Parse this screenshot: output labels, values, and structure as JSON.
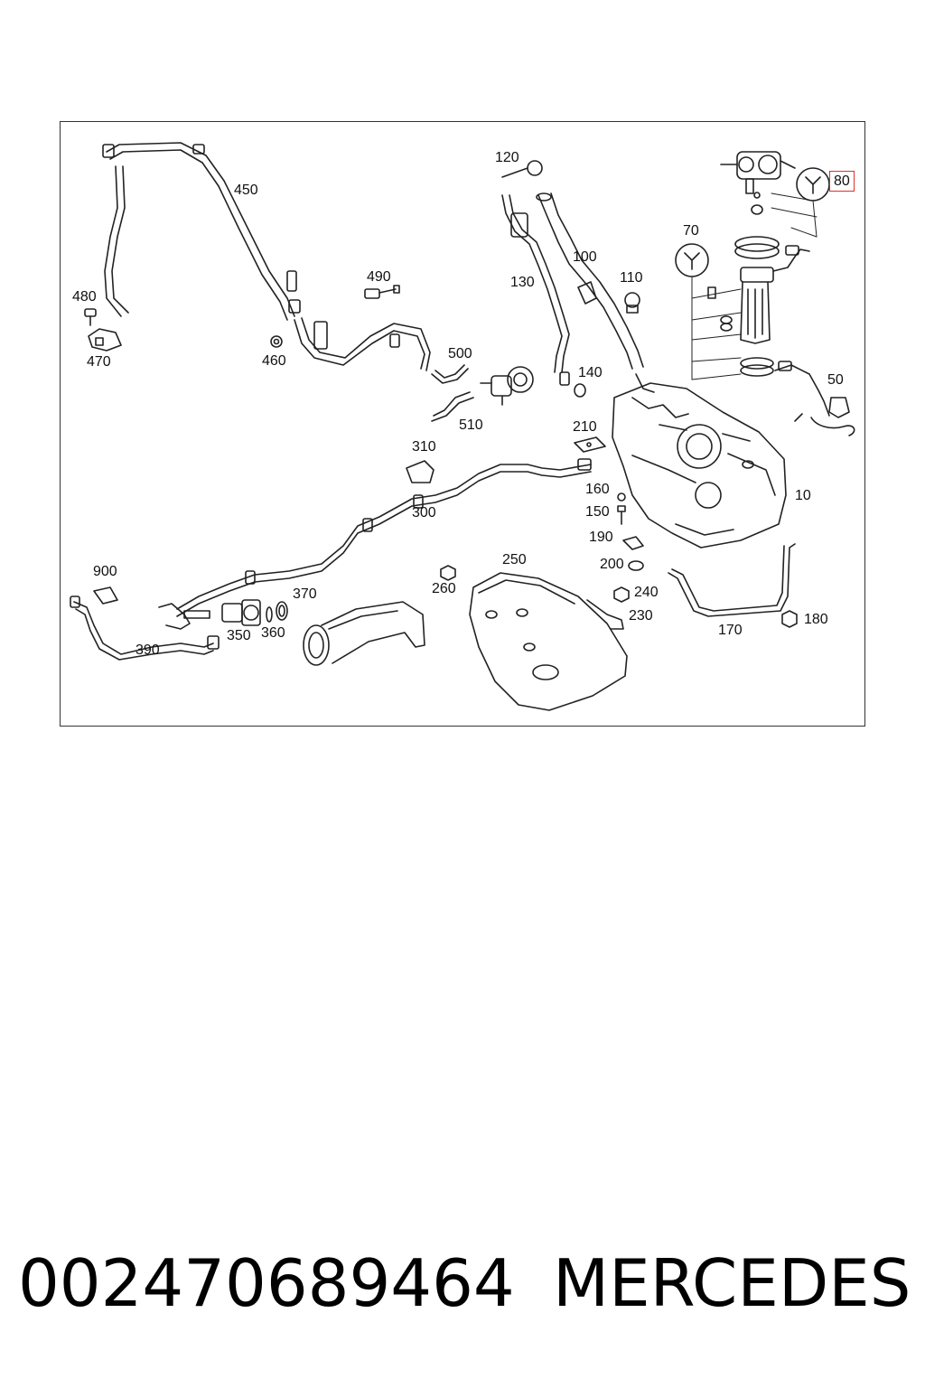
{
  "diagram": {
    "callouts": [
      {
        "id": "80",
        "label": "80",
        "highlighted": true
      },
      {
        "id": "120",
        "label": "120"
      },
      {
        "id": "450",
        "label": "450"
      },
      {
        "id": "70",
        "label": "70"
      },
      {
        "id": "100",
        "label": "100"
      },
      {
        "id": "490",
        "label": "490"
      },
      {
        "id": "110",
        "label": "110"
      },
      {
        "id": "480",
        "label": "480"
      },
      {
        "id": "130",
        "label": "130"
      },
      {
        "id": "470",
        "label": "470"
      },
      {
        "id": "460",
        "label": "460"
      },
      {
        "id": "500",
        "label": "500"
      },
      {
        "id": "140",
        "label": "140"
      },
      {
        "id": "50",
        "label": "50"
      },
      {
        "id": "510",
        "label": "510"
      },
      {
        "id": "210",
        "label": "210"
      },
      {
        "id": "310",
        "label": "310"
      },
      {
        "id": "160",
        "label": "160"
      },
      {
        "id": "10",
        "label": "10"
      },
      {
        "id": "300",
        "label": "300"
      },
      {
        "id": "150",
        "label": "150"
      },
      {
        "id": "190",
        "label": "190"
      },
      {
        "id": "250",
        "label": "250"
      },
      {
        "id": "900",
        "label": "900"
      },
      {
        "id": "200",
        "label": "200"
      },
      {
        "id": "260",
        "label": "260"
      },
      {
        "id": "370",
        "label": "370"
      },
      {
        "id": "240",
        "label": "240"
      },
      {
        "id": "230",
        "label": "230"
      },
      {
        "id": "180",
        "label": "180"
      },
      {
        "id": "350",
        "label": "350"
      },
      {
        "id": "360",
        "label": "360"
      },
      {
        "id": "170",
        "label": "170"
      },
      {
        "id": "390",
        "label": "390"
      }
    ],
    "highlight_color": "#e0302a",
    "line_color": "#222222"
  },
  "footer": {
    "part_number": "002470689464",
    "brand": "MERCEDES"
  }
}
